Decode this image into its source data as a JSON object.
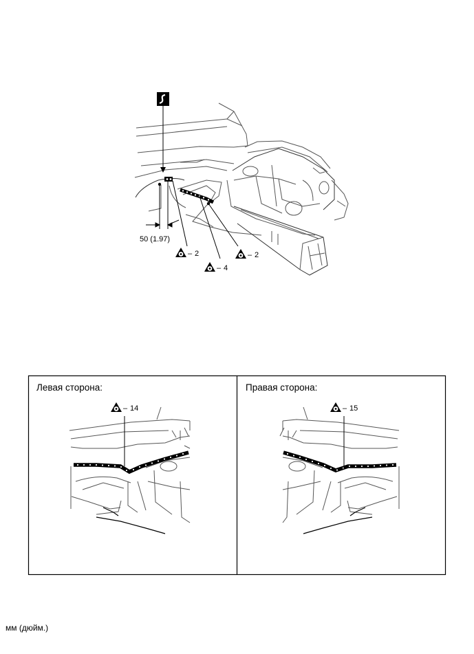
{
  "top_diagram": {
    "dimension_label": "50 (1.97)",
    "callouts": [
      {
        "id": "spot-weld-left",
        "count": "2"
      },
      {
        "id": "spot-weld-middle",
        "count": "4"
      },
      {
        "id": "spot-weld-right",
        "count": "2"
      }
    ]
  },
  "panels": {
    "left": {
      "title": "Левая сторона:",
      "count": "14"
    },
    "right": {
      "title": "Правая сторона:",
      "count": "15"
    }
  },
  "units_note": "мм (дюйм.)"
}
